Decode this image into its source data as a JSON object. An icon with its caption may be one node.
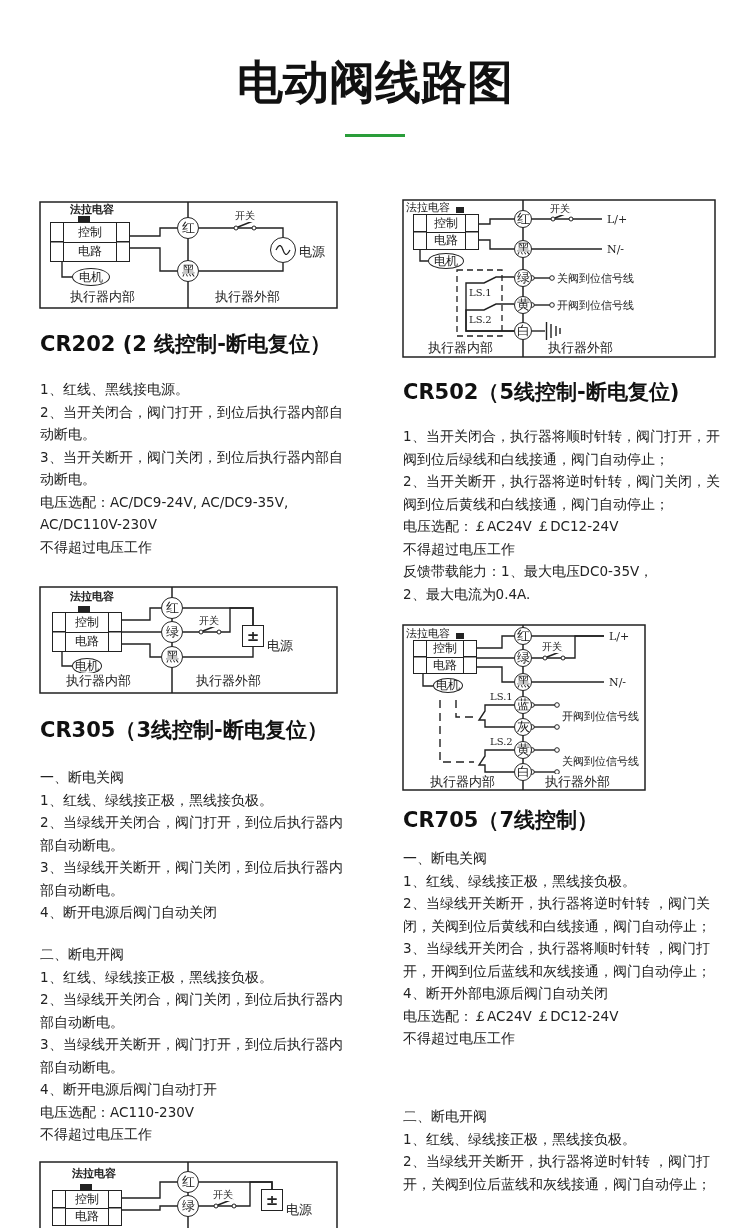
{
  "diagram": {
    "title": "电动阀线路图",
    "nodes": [
      {
        "text": [
          "控制",
          "电路"
        ],
        "beside": [
          "法拉电容"
        ]
      },
      {
        "text": [
          "电机"
        ]
      },
      {
        "text": [
          "红"
        ]
      },
      {
        "text": [
          "黑"
        ]
      },
      {
        "text": [],
        "shape": "circle",
        "beside": [
          "电源"
        ]
      },
      {
        "text": [
          "控制",
          "电路"
        ],
        "beside": [
          "法拉电容"
        ]
      },
      {
        "text": [
          "电机"
        ]
      },
      {
        "text": [
          "红"
        ]
      },
      {
        "text": [
          "黑"
        ]
      },
      {
        "text": [
          "绿"
        ]
      },
      {
        "text": [
          "黄"
        ]
      },
      {
        "text": [
          "白"
        ]
      },
      {
        "text": [
          "L/+"
        ]
      },
      {
        "text": [
          "N/-"
        ]
      },
      {
        "text": [
          "关阀到位信号线"
        ]
      },
      {
        "text": [
          "开阀到位信号线"
        ]
      },
      {
        "text": [
          "控制",
          "电路"
        ],
        "beside": [
          "法拉电容"
        ]
      },
      {
        "text": [
          "电机"
        ]
      },
      {
        "text": [
          "红"
        ]
      },
      {
        "text": [
          "绿"
        ]
      },
      {
        "text": [
          "黑"
        ]
      },
      {
        "text": [
          "±"
        ],
        "beside": [
          "电源"
        ]
      },
      {
        "text": [
          "控制",
          "电路"
        ],
        "beside": [
          "法拉电容"
        ]
      },
      {
        "text": [
          "电机"
        ]
      },
      {
        "text": [
          "红"
        ]
      },
      {
        "text": [
          "绿"
        ]
      },
      {
        "text": [
          "黑"
        ]
      },
      {
        "text": [
          "蓝"
        ]
      },
      {
        "text": [
          "灰"
        ]
      },
      {
        "text": [
          "黄"
        ]
      },
      {
        "text": [
          "白"
        ]
      },
      {
        "text": [
          "L/+"
        ]
      },
      {
        "text": [
          "N/-"
        ]
      },
      {
        "text": [
          "控制",
          "电路"
        ],
        "beside": [
          "法拉电容"
        ]
      },
      {
        "text": [
          "红"
        ]
      },
      {
        "text": [
          "绿"
        ]
      },
      {
        "text": [
          "±"
        ],
        "beside": [
          "电源"
        ]
      },
      {
        "text": [
          "开阀到位信号线"
        ]
      },
      {
        "text": [
          "关阀到位信号线"
        ]
      },
      {
        "text": [],
        "shape": "ground"
      }
    ],
    "edges": [
      {
        "from": 1,
        "to": 0,
        "arrow": "none"
      },
      {
        "from": 0,
        "to": 2,
        "arrow": "none"
      },
      {
        "from": 0,
        "to": 3,
        "arrow": "none"
      },
      {
        "from": 2,
        "to": 4,
        "arrow": "none",
        "label": "开关"
      },
      {
        "from": 3,
        "to": 4,
        "arrow": "none"
      },
      {
        "from": 6,
        "to": 5,
        "arrow": "none"
      },
      {
        "from": 5,
        "to": 7,
        "arrow": "none"
      },
      {
        "from": 5,
        "to": 8,
        "arrow": "none"
      },
      {
        "from": 7,
        "to": 12,
        "arrow": "none",
        "label": "开关"
      },
      {
        "from": 8,
        "to": 13,
        "arrow": "none"
      },
      {
        "from": 9,
        "to": 14,
        "arrow": "other"
      },
      {
        "from": 10,
        "to": 15,
        "arrow": "other"
      },
      {
        "from": 11,
        "to": 9,
        "arrow": "none",
        "label": "LS.1"
      },
      {
        "from": 11,
        "to": 10,
        "arrow": "none",
        "label": "LS.2"
      },
      {
        "from": 11,
        "to": 39,
        "arrow": "none"
      },
      {
        "from": 17,
        "to": 16,
        "arrow": "none"
      },
      {
        "from": 16,
        "to": 18,
        "arrow": "none"
      },
      {
        "from": 16,
        "to": 19,
        "arrow": "none"
      },
      {
        "from": 16,
        "to": 20,
        "arrow": "none"
      },
      {
        "from": 18,
        "to": 21,
        "arrow": "none"
      },
      {
        "from": 19,
        "to": 21,
        "arrow": "none",
        "label": "开关"
      },
      {
        "from": 20,
        "to": 21,
        "arrow": "none"
      },
      {
        "from": 23,
        "to": 22,
        "arrow": "none"
      },
      {
        "from": 22,
        "to": 24,
        "arrow": "none"
      },
      {
        "from": 22,
        "to": 25,
        "arrow": "none"
      },
      {
        "from": 22,
        "to": 26,
        "arrow": "none"
      },
      {
        "from": 24,
        "to": 31,
        "arrow": "none"
      },
      {
        "from": 25,
        "to": 31,
        "arrow": "none",
        "label": "开关"
      },
      {
        "from": 26,
        "to": 32,
        "arrow": "none"
      },
      {
        "from": 27,
        "to": 28,
        "arrow": "none",
        "label": "LS.1"
      },
      {
        "from": 29,
        "to": 30,
        "arrow": "none",
        "label": "LS.2"
      },
      {
        "from": 27,
        "to": 37,
        "arrow": "other"
      },
      {
        "from": 28,
        "to": 37,
        "arrow": "other"
      },
      {
        "from": 29,
        "to": 38,
        "arrow": "other"
      },
      {
        "from": 30,
        "to": 38,
        "arrow": "other"
      },
      {
        "from": 33,
        "to": 34,
        "arrow": "none"
      },
      {
        "from": 33,
        "to": 35,
        "arrow": "none"
      },
      {
        "from": 34,
        "to": 36,
        "arrow": "none"
      },
      {
        "from": 35,
        "to": 36,
        "arrow": "none",
        "label": "开关"
      }
    ],
    "labels": [
      "执行器内部",
      "执行器外部",
      "CR202 (2 线控制-断电复位）",
      "1、红线、黑线接电源。",
      "2、当开关闭合，阀门打开，到位后执行器内部自动断电。",
      "3、当开关断开，阀门关闭，到位后执行器内部自动断电。",
      "电压选配：AC/DC9-24V, AC/DC9-35V, AC/DC110V-230V",
      "不得超过电压工作",
      "执行器内部",
      "执行器外部",
      "CR502（5线控制-断电复位)",
      "1、当开关闭合，执行器将顺时针转，阀门打开，开阀到位后绿线和白线接通，阀门自动停止；",
      "2、当开关断开，执行器将逆时针转，阀门关闭，关阀到位后黄线和白线接通，阀门自动停止；",
      "电压选配：￡AC24V ￡DC12-24V",
      "不得超过电压工作",
      "反馈带载能力：1、最大电压DC0-35V，",
      "2、最大电流为0.4A.",
      "执行器内部",
      "执行器外部",
      "CR305（3线控制-断电复位）",
      "一、断电关阀",
      "1、红线、绿线接正极，黑线接负极。",
      "2、当绿线开关闭合，阀门打开，到位后执行器内部自动断电。",
      "3、当绿线开关断开，阀门关闭，到位后执行器内部自动断电。",
      "4、断开电源后阀门自动关闭",
      "二、断电开阀",
      "1、红线、绿线接正极，黑线接负极。",
      "2、当绿线开关闭合，阀门关闭，到位后执行器内部自动断电。",
      "3、当绿线开关断开，阀门打开，到位后执行器内部自动断电。",
      "4、断开电源后阀门自动打开",
      "电压选配：AC110-230V",
      "不得超过电压工作",
      "执行器内部",
      "执行器外部",
      "CR705（7线控制）",
      "一、断电关阀",
      "1、红线、绿线接正极，黑线接负极。",
      "2、当绿线开关断开，执行器将逆时针转 ，阀门关闭，关阀到位后黄线和白线接通，阀门自动停止；",
      "3、当绿线开关闭合，执行器将顺时针转 ，阀门打开，开阀到位后蓝线和灰线接通，阀门自动停止；",
      "4、断开外部电源后阀门自动关闭",
      "电压选配：￡AC24V ￡DC12-24V",
      "不得超过电压工作",
      "二、断电开阀",
      "1、红线、绿线接正极，黑线接负极。",
      "2、当绿线开关断开，执行器将逆时针转 ，阀门打开，关阀到位后蓝线和灰线接通，阀门自动停止；"
    ]
  }
}
